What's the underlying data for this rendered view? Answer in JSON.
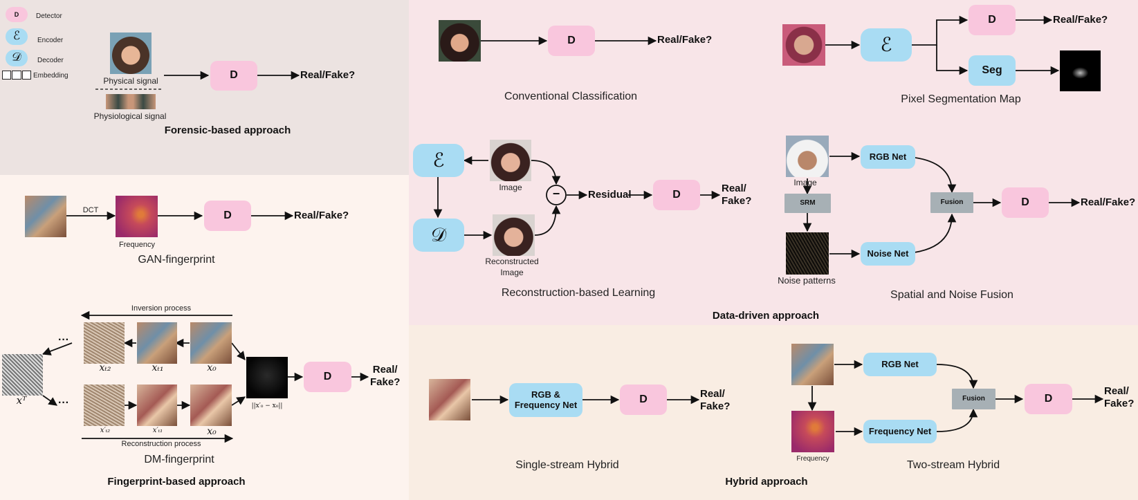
{
  "legend": {
    "detector_glyph": "D",
    "detector_label": "Detector",
    "encoder_glyph": "ℰ",
    "encoder_label": "Encoder",
    "decoder_glyph": "𝒟",
    "decoder_label": "Decoder",
    "embedding_label": "Embedding"
  },
  "common": {
    "detector": "D",
    "real_fake": "Real/Fake?",
    "real_fake_l1": "Real/",
    "real_fake_l2": "Fake?"
  },
  "forensic": {
    "physical_signal": "Physical signal",
    "physiological_signal": "Physiological signal",
    "title": "Forensic-based approach"
  },
  "gan": {
    "dct": "DCT",
    "frequency": "Frequency",
    "caption": "GAN-fingerprint"
  },
  "dm": {
    "inversion": "Inversion process",
    "reconstruction": "Reconstruction process",
    "x_t2": "xₜ₂",
    "x_t1": "xₜ₁",
    "x_0": "x₀",
    "x_T": "xᵀ",
    "x_t2_prime": "x′ₜ₂",
    "x_t1_prime": "x′ₜ₁",
    "x_0_prime": "x₀",
    "diff": "||x′₀ − x₀||",
    "dots": "···",
    "caption": "DM-fingerprint",
    "title": "Fingerprint-based approach"
  },
  "conventional": {
    "caption": "Conventional Classification"
  },
  "segmentation": {
    "seg": "Seg",
    "caption": "Pixel Segmentation Map"
  },
  "reconstruction": {
    "image": "Image",
    "reconstructed_l1": "Reconstructed",
    "reconstructed_l2": "Image",
    "minus": "−",
    "residual": "Residual",
    "caption": "Reconstruction-based Learning"
  },
  "spatial_noise": {
    "image": "Image",
    "srm": "SRM",
    "noise_patterns": "Noise patterns",
    "rgb_net": "RGB Net",
    "noise_net": "Noise Net",
    "fusion": "Fusion",
    "caption": "Spatial and Noise Fusion"
  },
  "data_driven": {
    "title": "Data-driven approach"
  },
  "single_stream": {
    "net_l1": "RGB &",
    "net_l2": "Frequency Net",
    "caption": "Single-stream Hybrid"
  },
  "two_stream": {
    "rgb_net": "RGB Net",
    "frequency_net": "Frequency Net",
    "fusion": "Fusion",
    "frequency": "Frequency",
    "caption": "Two-stream Hybrid"
  },
  "hybrid": {
    "title": "Hybrid approach"
  },
  "colors": {
    "forensic_bg": "#ece3e1",
    "fingerprint_bg": "#fdf3ee",
    "data_bg": "#f8e5e8",
    "hybrid_bg": "#f9ede3",
    "detector": "#f9c6dd",
    "net": "#a9dcf3",
    "fusion": "#a7b0b5"
  }
}
